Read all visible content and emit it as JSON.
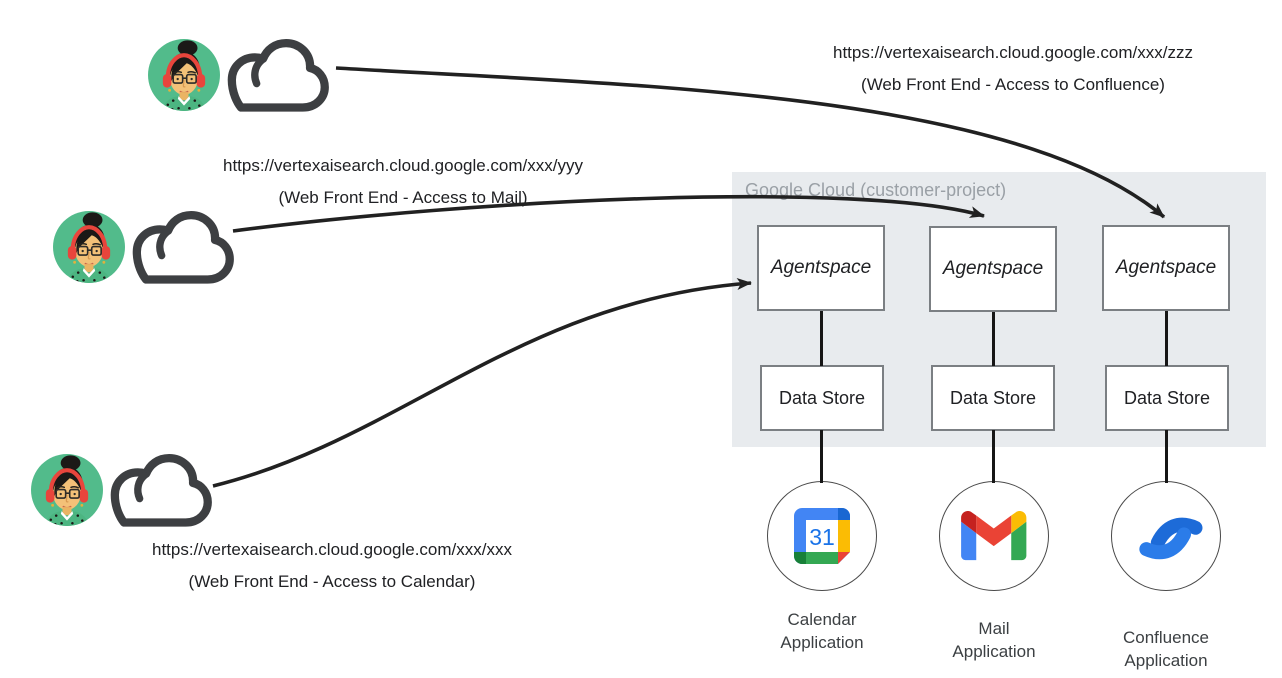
{
  "users": [
    {
      "id": "confluence-user",
      "url": "https://vertexaisearch.cloud.google.com/xxx/zzz",
      "caption": "(Web Front End - Access to Confluence)"
    },
    {
      "id": "mail-user",
      "url": "https://vertexaisearch.cloud.google.com/xxx/yyy",
      "caption": "(Web Front End - Access to Mail)"
    },
    {
      "id": "calendar-user",
      "url": "https://vertexaisearch.cloud.google.com/xxx/xxx",
      "caption": "(Web Front End - Access to Calendar)"
    }
  ],
  "google_cloud": {
    "label": "Google Cloud (customer-project)"
  },
  "columns": [
    {
      "agent_label": "Agentspace",
      "datastore_label": "Data Store",
      "app_name_line1": "Calendar",
      "app_name_line2": "Application",
      "icon": "google-calendar-icon",
      "calendar_day": "31"
    },
    {
      "agent_label": "Agentspace",
      "datastore_label": "Data Store",
      "app_name_line1": "Mail",
      "app_name_line2": "Application",
      "icon": "gmail-icon"
    },
    {
      "agent_label": "Agentspace",
      "datastore_label": "Data Store",
      "app_name_line1": "Confluence",
      "app_name_line2": "Application",
      "icon": "confluence-icon"
    }
  ],
  "colors": {
    "container_bg": "#e8ebee",
    "container_label": "#9aa0a6",
    "box_border": "#7b7f83",
    "arrow": "#212121",
    "cloud_outline": "#3d3f42",
    "avatar_bg": "#52bb8b",
    "headphones_red": "#e8453c",
    "google_blue": "#4285f4",
    "google_red": "#ea4335",
    "google_yellow": "#fbbc04",
    "google_green": "#34a853",
    "calendar_number_blue": "#1a73e8",
    "confluence_blue": "#1d6bd8"
  }
}
